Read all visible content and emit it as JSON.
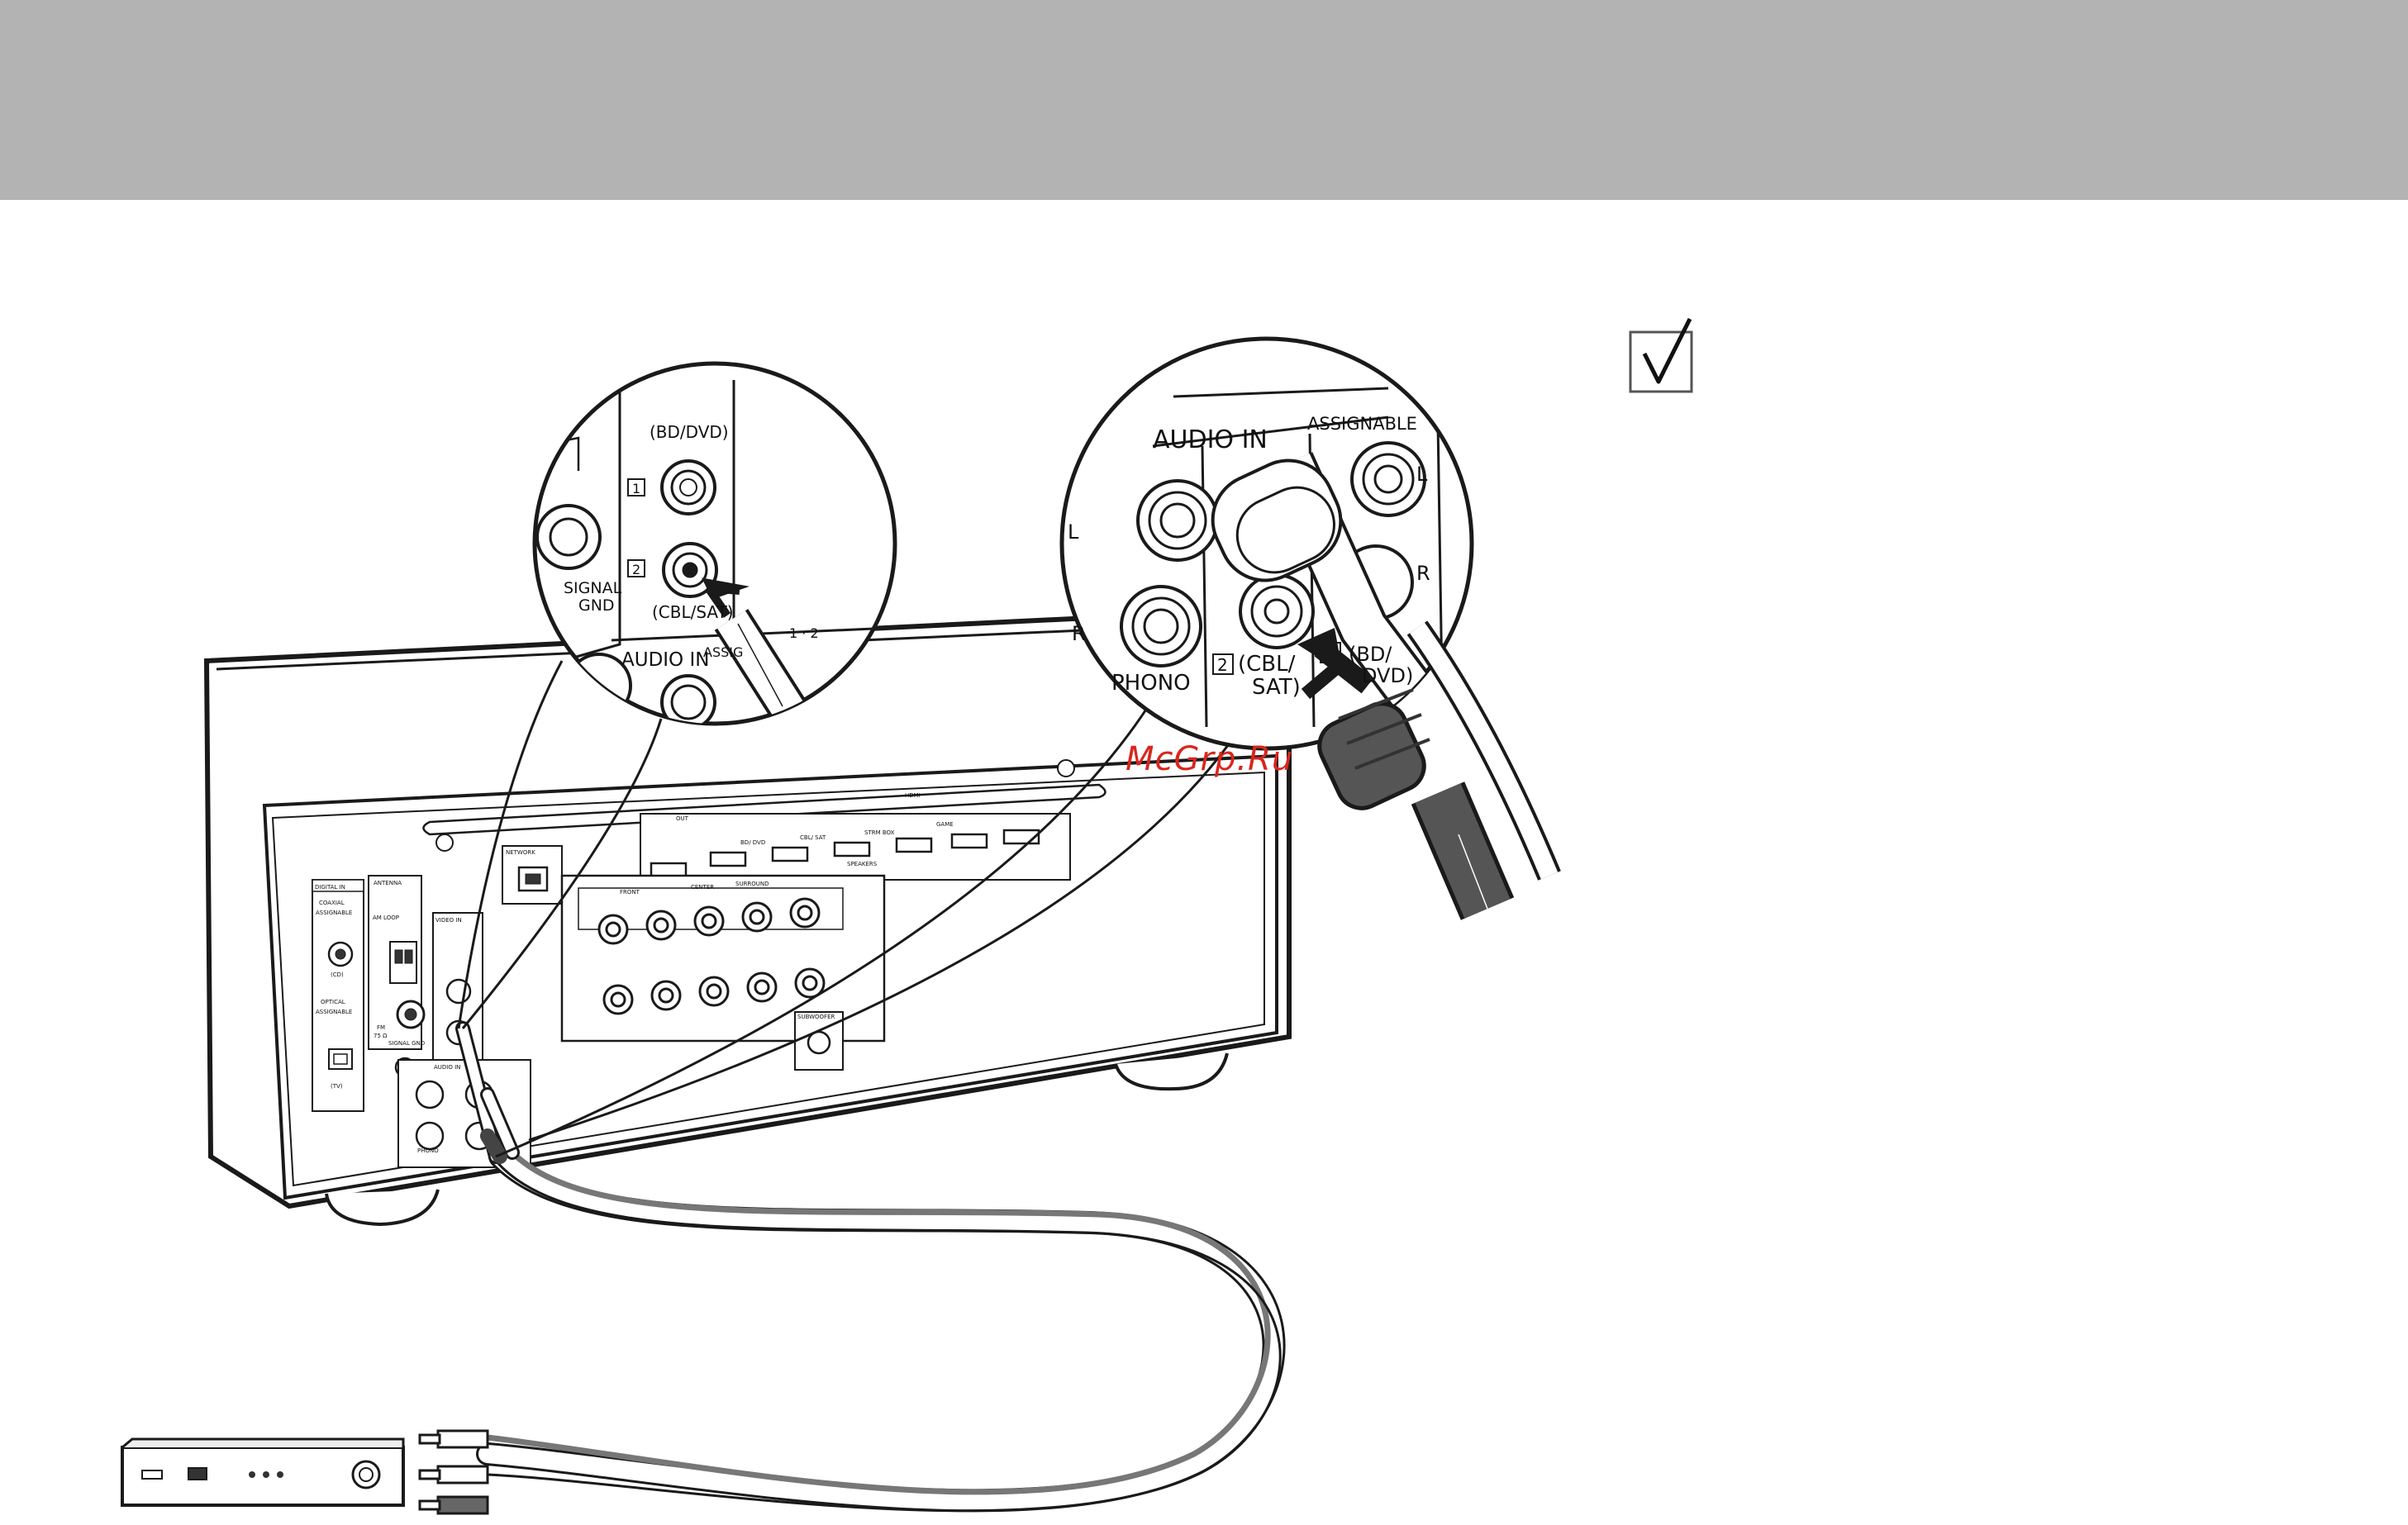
{
  "colors": {
    "header_band": "#b3b3b3",
    "watermark": "#d9261c",
    "line": "#1a1a1a"
  },
  "icons": [
    "checkbox-check-icon"
  ],
  "watermark": "McGrp.Ru",
  "zoom_left": {
    "bd_dvd": "(BD/DVD)",
    "jack1": "1",
    "jack2": "2",
    "cbl_sat": "(CBL/SAT)",
    "signal_gnd_1": "SIGNAL",
    "signal_gnd_2": "GND",
    "audio_in": "AUDIO IN",
    "assig": "ASSIG",
    "assign_nums": "1 · 2"
  },
  "zoom_right": {
    "audio_in": "AUDIO IN",
    "assignable": "ASSIGNABLE",
    "left": "L",
    "right": "R",
    "left2": "L",
    "right2": "R",
    "phono": "PHONO",
    "jack2": "2",
    "cbl_sat_1": "(CBL/",
    "cbl_sat_2": "SAT)",
    "bd_1": "(BD/",
    "bd_2": "DVD)"
  },
  "receiver": {
    "digital_in": "DIGITAL IN",
    "coaxial": "COAXIAL",
    "assignable": "ASSIGNABLE",
    "cd": "(CD)",
    "optical": "OPTICAL",
    "tv": "(TV)",
    "antenna": "ANTENNA",
    "am_loop": "AM LOOP",
    "fm": "FM",
    "fm_ohm": "75 Ω",
    "signal_gnd": "SIGNAL GND",
    "video_in": "VIDEO IN",
    "network": "NETWORK",
    "hdmi": "HDMI",
    "out": "OUT",
    "bd_dvd": "BD/ DVD",
    "cbl_sat": "CBL/ SAT",
    "strm_box": "STRM BOX",
    "game": "GAME",
    "speakers": "SPEAKERS",
    "front": "FRONT",
    "center": "CENTER",
    "surround": "SURROUND",
    "subwoofer": "SUBWOOFER",
    "phono": "PHONO",
    "audio_in": "AUDIO IN"
  }
}
